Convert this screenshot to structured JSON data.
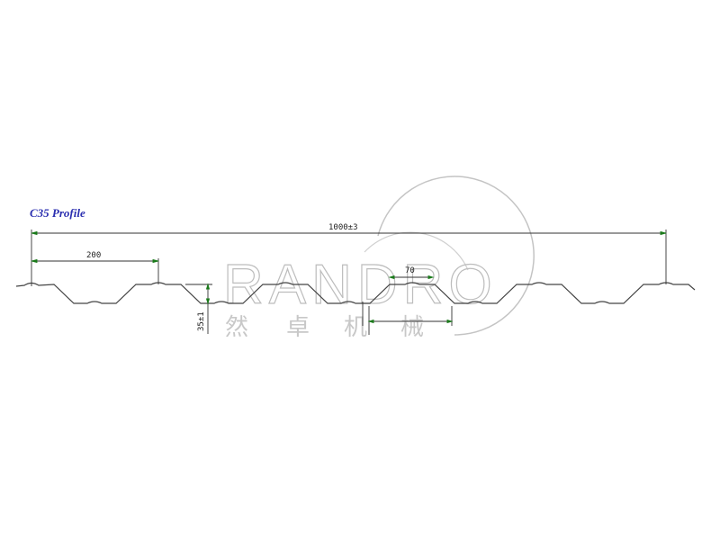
{
  "title": "C35 Profile",
  "dimensions": {
    "overall_width": "1000±3",
    "pitch": "200",
    "height": "35±1",
    "top_width": "70"
  },
  "watermark": {
    "brand": "RANDRO",
    "chinese": [
      "然",
      "卓",
      "机",
      "械"
    ]
  },
  "colors": {
    "title": "#2b2fb0",
    "line": "#444444",
    "arrow": "#1a7a1a",
    "watermark": "#c0c0c0"
  }
}
